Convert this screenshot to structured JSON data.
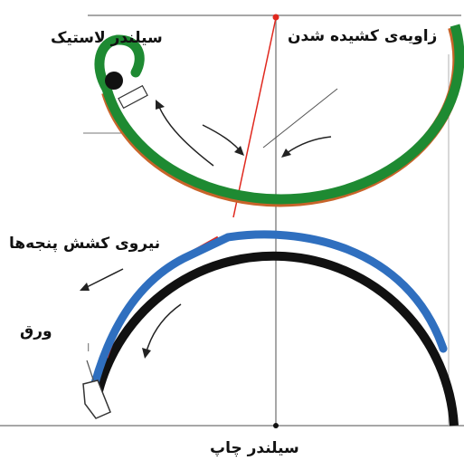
{
  "labels": {
    "rubber_cylinder": "سیلندر لاستیک",
    "drawing_angle": "زاویه‌ی کشیده شدن",
    "gripper_force": "نیروی کشش پنجه‌ها",
    "sheet": "ورق",
    "impression_cylinder": "سیلندر چاپ",
    "small_mark": "ا"
  },
  "colors": {
    "rubber_outer": "#1e8a32",
    "rubber_under": "#c8642a",
    "sheet_blue": "#2f6fbf",
    "impression_black": "#111111",
    "guide_red": "#e0281e",
    "axis_gray": "#8a8a8a"
  }
}
